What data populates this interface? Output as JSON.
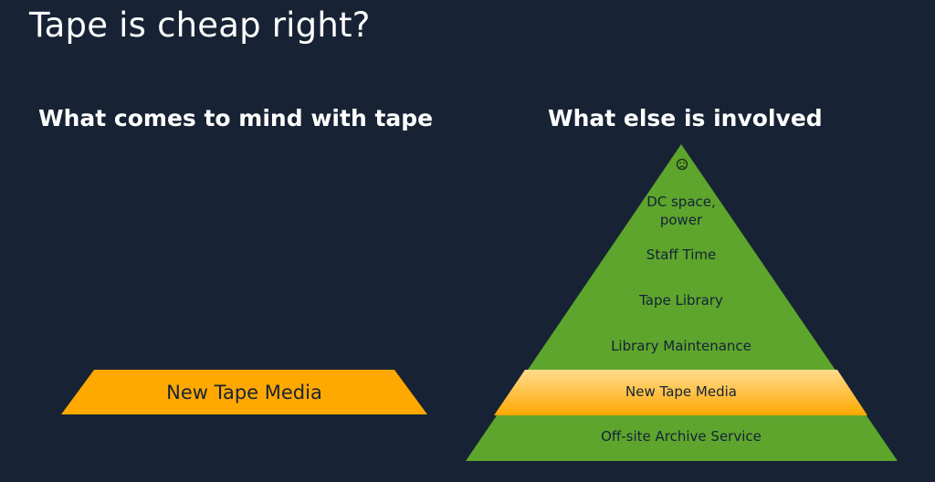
{
  "title": "Tape is cheap right?",
  "left_column": {
    "heading": "What comes to mind with tape",
    "shape_label": "New Tape Media"
  },
  "right_column": {
    "heading": "What else is involved",
    "pyramid": {
      "top_icon": "frown-face-icon",
      "layers": [
        "DC space, power",
        "Staff Time",
        "Tape Library",
        "Library Maintenance",
        "New Tape Media",
        "Off-site Archive Service"
      ]
    }
  },
  "colors": {
    "background": "#172334",
    "green": "#5da52c",
    "orange": "#ffa800",
    "highlight_light": "#ffdc8e",
    "text_dark": "#172334",
    "heading_text": "#ffffff"
  }
}
